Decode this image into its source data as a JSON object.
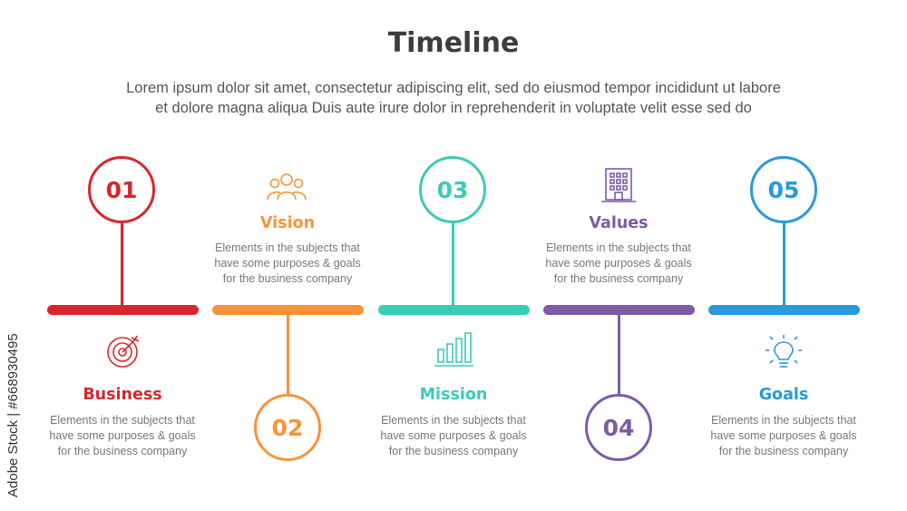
{
  "header": {
    "title": "Timeline",
    "subtitle_line1": "Lorem ipsum dolor sit amet, consectetur adipiscing elit, sed do eiusmod tempor incididunt ut labore",
    "subtitle_line2": "et dolore magna aliqua Duis aute irure dolor in reprehenderit in voluptate velit esse sed do"
  },
  "steps": [
    {
      "number": "01",
      "label": "Business",
      "description": "Elements in the subjects that\nhave  some purposes & goals\nfor the  business company",
      "color": "#d8262e",
      "icon": "target-icon"
    },
    {
      "number": "02",
      "label": "Vision",
      "description": "Elements in the subjects that\nhave  some purposes & goals\nfor the  business company",
      "color": "#f7943b",
      "icon": "people-icon"
    },
    {
      "number": "03",
      "label": "Mission",
      "description": "Elements in the subjects that\nhave  some purposes & goals\nfor the  business company",
      "color": "#3ccbb4",
      "icon": "bar-chart-icon"
    },
    {
      "number": "04",
      "label": "Values",
      "description": "Elements in the subjects that\nhave  some purposes & goals\nfor the  business company",
      "color": "#7d5ba6",
      "icon": "building-icon"
    },
    {
      "number": "05",
      "label": "Goals",
      "description": "Elements in the subjects that\nhave  some purposes & goals\nfor the  business company",
      "color": "#2a9ad8",
      "icon": "lightbulb-icon"
    }
  ],
  "watermark": "Adobe Stock | #668930495"
}
